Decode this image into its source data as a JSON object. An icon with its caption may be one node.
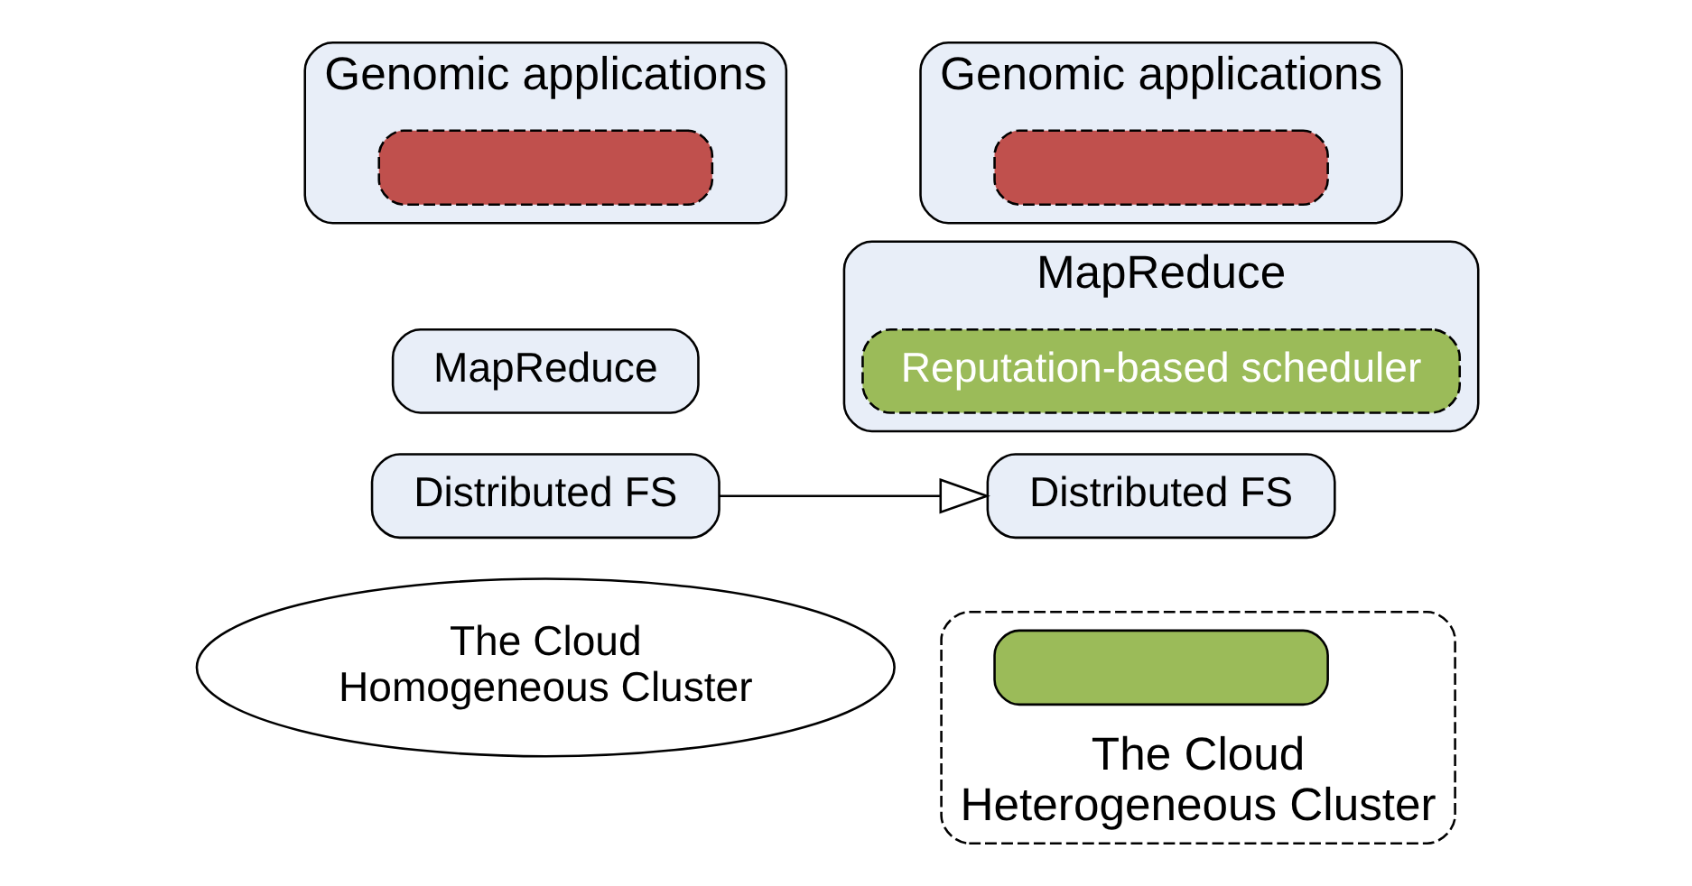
{
  "diagram": {
    "nodes": [
      {
        "text": [
          "Genomic applications"
        ]
      },
      {
        "text": [],
        "shape": "box",
        "in": 0
      },
      {
        "text": [
          "MapReduce"
        ]
      },
      {
        "text": [
          "Distributed FS"
        ]
      },
      {
        "text": [
          "The Cloud",
          "Homogeneous Cluster"
        ]
      },
      {
        "text": [
          "Genomic applications"
        ]
      },
      {
        "text": [],
        "shape": "box",
        "in": 5
      },
      {
        "text": [
          "MapReduce"
        ]
      },
      {
        "text": [
          "Reputation-based scheduler"
        ],
        "in": 7
      },
      {
        "text": [
          "Distributed FS"
        ]
      },
      {
        "text": [
          "The Cloud",
          "Heterogeneous Cluster"
        ]
      },
      {
        "text": [],
        "shape": "box",
        "in": 10
      }
    ],
    "edges": [
      {
        "from": 3,
        "to": 9,
        "arrow": "to"
      }
    ]
  }
}
